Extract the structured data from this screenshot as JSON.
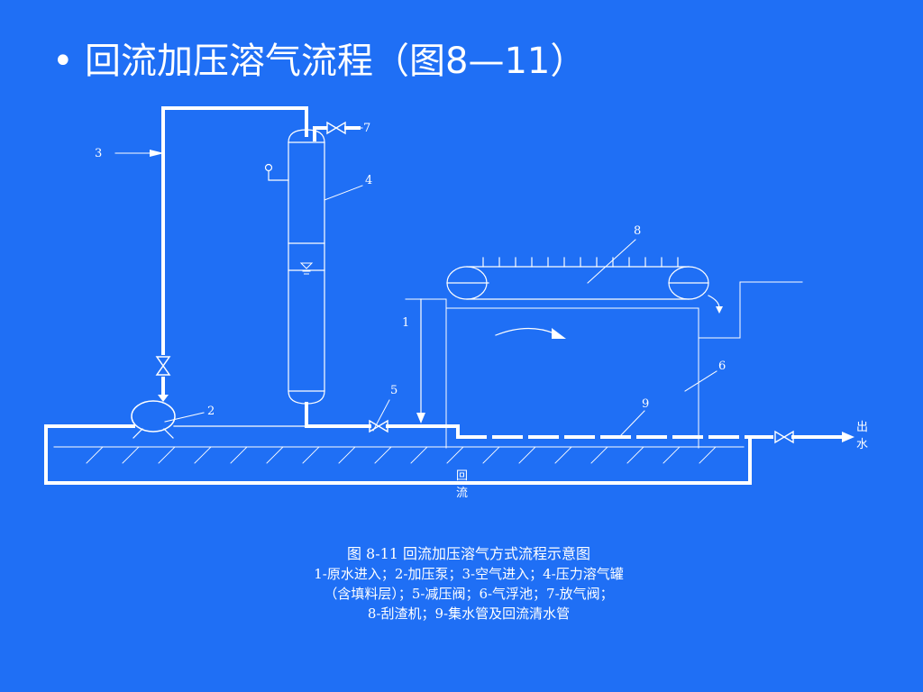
{
  "slide": {
    "bullet": "•",
    "title": "回流加压溶气流程（图8—11）"
  },
  "diagram": {
    "callouts": [
      "1",
      "2",
      "3",
      "4",
      "5",
      "6",
      "7",
      "8",
      "9"
    ],
    "outlet_label_1": "出",
    "outlet_label_2": "水",
    "recycle_label_1": "回",
    "recycle_label_2": "流",
    "caption_title": "图 8-11   回流加压溶气方式流程示意图",
    "caption_lines": [
      "1-原水进入；2-加压泵；3-空气进入；4-压力溶气罐",
      "（含填料层）；5-减压阀；6-气浮池；7-放气阀；",
      "8-刮渣机；9-集水管及回流清水管"
    ]
  }
}
